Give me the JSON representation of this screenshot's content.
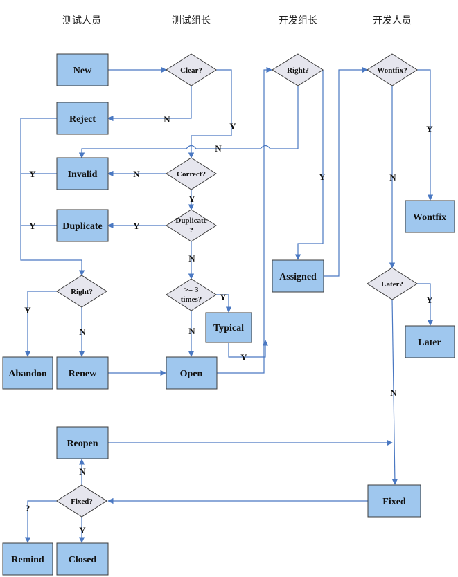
{
  "lanes": {
    "tester": "测试人员",
    "test_lead": "测试组长",
    "dev_lead": "开发组长",
    "developer": "开发人员"
  },
  "boxes": {
    "new": "New",
    "reject": "Reject",
    "invalid": "Invalid",
    "duplicate": "Duplicate",
    "abandon": "Abandon",
    "renew": "Renew",
    "open": "Open",
    "typical": "Typical",
    "assigned": "Assigned",
    "wontfix": "Wontfix",
    "later": "Later",
    "reopen": "Reopen",
    "fixed": "Fixed",
    "remind": "Remind",
    "closed": "Closed"
  },
  "decisions": {
    "clear": "Clear?",
    "correct": "Correct?",
    "duplicate_q1": "Duplicate",
    "duplicate_q2": "?",
    "times_q1": ">= 3",
    "times_q2": "times?",
    "tester_right": "Right?",
    "lead_right": "Right?",
    "wontfix_q": "Wontfix?",
    "later_q": "Later?",
    "fixed_q": "Fixed?"
  },
  "edge_labels": {
    "clear_no": "N",
    "clear_yes": "Y",
    "leadright_no": "N",
    "correct_no": "N",
    "correct_yes": "Y",
    "dup_yes": "Y",
    "dup_no": "N",
    "times_yes": "Y",
    "times_no": "N",
    "typical_yes": "Y",
    "invalid_yes": "Y",
    "duplicate_yes": "Y",
    "right_yes": "Y",
    "right_no": "N",
    "leadright_yes": "Y",
    "wontfix_yes": "Y",
    "wontfix_no": "N",
    "later_yes": "Y",
    "later_no": "N",
    "fixed_no": "N",
    "fixed_yes": "Y",
    "fixed_unknown": "?"
  }
}
